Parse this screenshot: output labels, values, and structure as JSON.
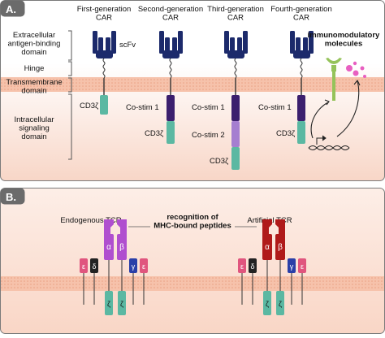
{
  "colors": {
    "panel_a_fill_top": "#ffffff",
    "panel_a_fill_bottom": "#f9d9cc",
    "panel_b_fill": "#fbe3d8",
    "membrane": "#f6bfa6",
    "membrane_dot": "#e9a083",
    "scfv": "#1c2a6b",
    "costim": "#3b1f6e",
    "costim2": "#a57ed0",
    "cd3z": "#5bb8a2",
    "receptor": "#95c35a",
    "molecule": "#e85fc1",
    "alpha_endo": "#b04fcf",
    "alpha_art": "#b01a1a",
    "epsilon": "#e0557e",
    "delta": "#222222",
    "gamma": "#2a3fa8",
    "zeta": "#5bb8a2"
  },
  "panel_a": {
    "label": "A.",
    "generations": [
      "First-generation\nCAR",
      "Second-generation\nCAR",
      "Third-generation\nCAR",
      "Fourth-generation\nCAR"
    ],
    "domains": [
      "Extracellular\nantigen-binding\ndomain",
      "Hinge",
      "Transmembrane\ndomain",
      "Intracellular\nsignaling\ndomain"
    ],
    "scfv_label": "scFv",
    "cd3z_label": "CD3ζ",
    "costim1_label": "Co-stim 1",
    "costim2_label": "Co-stim 2",
    "immunomodulatory_label": "immunomodulatory\nmolecules"
  },
  "panel_b": {
    "label": "B.",
    "endogenous_label": "Endogenous TCR",
    "artificial_label": "Artificial TCR",
    "recognition_label": "recognition of\nMHC-bound peptides",
    "alpha": "α",
    "beta": "β",
    "epsilon": "ε",
    "delta": "δ",
    "gamma": "γ",
    "zeta": "ζ"
  }
}
